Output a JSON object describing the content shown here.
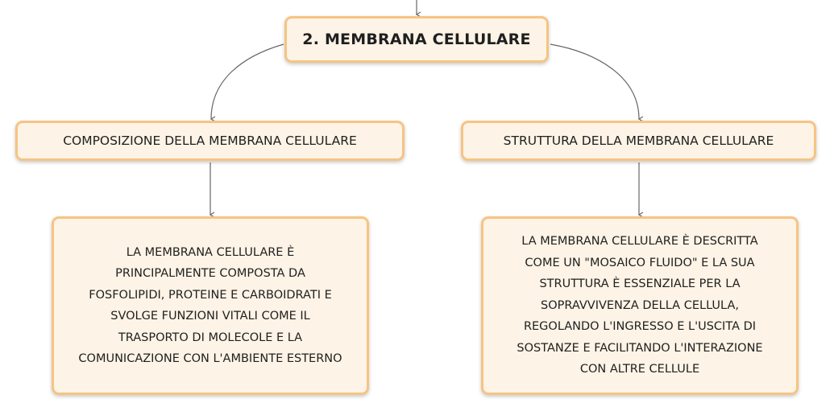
{
  "root": {
    "title": "2. MEMBRANA CELLULARE"
  },
  "branches": [
    {
      "label": "COMPOSIZIONE DELLA MEMBRANA CELLULARE",
      "description": "LA MEMBRANA CELLULARE È\nPRINCIPALMENTE COMPOSTA DA\nFOSFOLIPIDI, PROTEINE E CARBOIDRATI E\nSVOLGE FUNZIONI VITALI COME IL\nTRASPORTO DI MOLECOLE E LA\nCOMUNICAZIONE CON L'AMBIENTE ESTERNO"
    },
    {
      "label": "STRUTTURA DELLA MEMBRANA CELLULARE",
      "description": "LA MEMBRANA CELLULARE È DESCRITTA\nCOME UN \"MOSAICO FLUIDO\" E LA SUA\nSTRUTTURA È ESSENZIALE PER LA\nSOPRAVVIVENZA DELLA CELLULA,\nREGOLANDO L'INGRESSO E L'USCITA DI\nSOSTANZE E FACILITANDO L'INTERAZIONE\nCON ALTRE CELLULE"
    }
  ],
  "colors": {
    "node_fill": "#fdf3e6",
    "node_border": "#f6c483",
    "connector": "#666666"
  }
}
